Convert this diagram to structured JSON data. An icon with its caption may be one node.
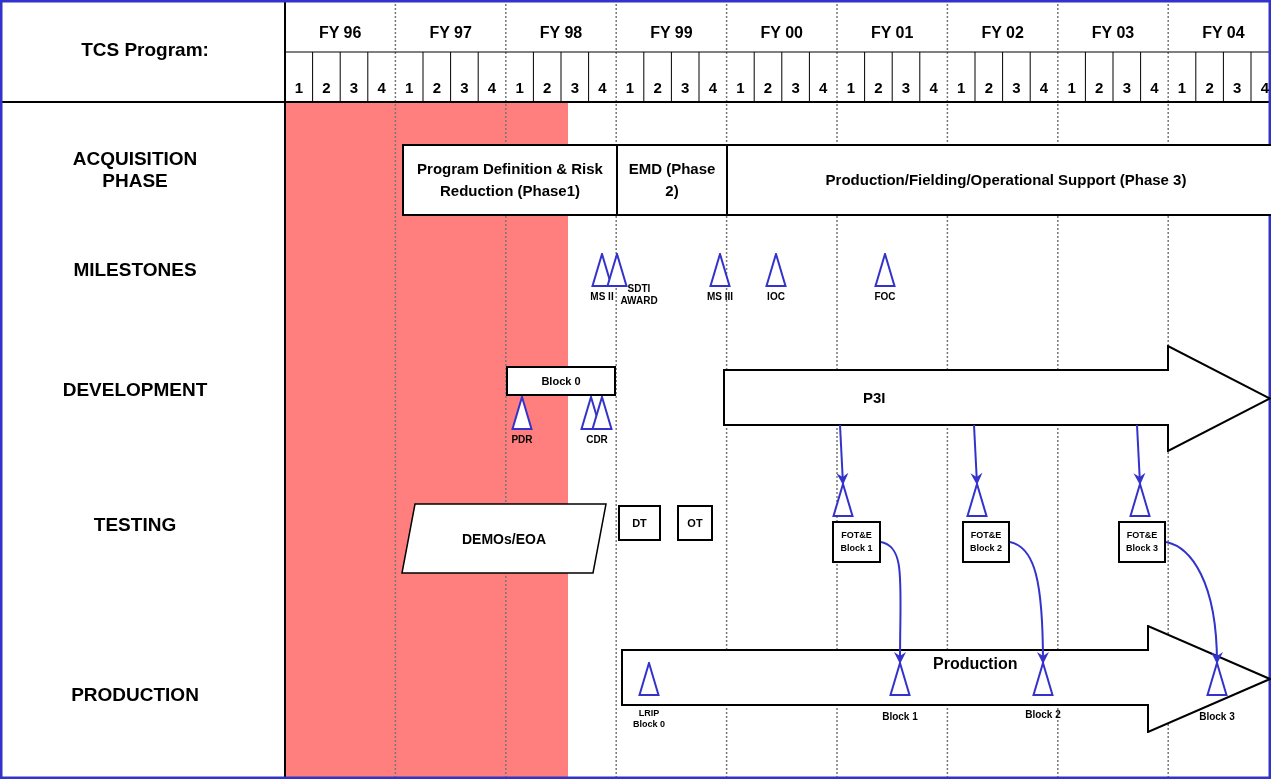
{
  "diagram": {
    "nodes": [
      {
        "text": [
          "Program Definition & Risk Reduction (Phase1)"
        ]
      },
      {
        "text": [
          "EMD (Phase 2)"
        ]
      },
      {
        "text": [
          "Production/Fielding/Operational Support (Phase 3)"
        ]
      },
      {
        "text": [],
        "shape": "triangle",
        "beside": [
          "MS II"
        ]
      },
      {
        "text": [],
        "shape": "triangle",
        "beside": [
          "SDTI AWARD"
        ]
      },
      {
        "text": [],
        "shape": "triangle",
        "beside": [
          "MS III"
        ]
      },
      {
        "text": [],
        "shape": "triangle",
        "beside": [
          "IOC"
        ]
      },
      {
        "text": [],
        "shape": "triangle",
        "beside": [
          "FOC"
        ]
      },
      {
        "text": [
          "Block 0"
        ]
      },
      {
        "text": [],
        "shape": "triangle",
        "beside": [
          "PDR"
        ]
      },
      {
        "text": [],
        "shape": "triangle",
        "beside": [
          "CDR"
        ]
      },
      {
        "text": [],
        "shape": "triangle"
      },
      {
        "text": [
          "P3I"
        ]
      },
      {
        "text": [
          "DEMOs/EOA"
        ]
      },
      {
        "text": [
          "DT"
        ]
      },
      {
        "text": [
          "OT"
        ]
      },
      {
        "text": [],
        "shape": "triangle"
      },
      {
        "text": [
          "FOT&E Block 1"
        ]
      },
      {
        "text": [],
        "shape": "triangle"
      },
      {
        "text": [
          "FOT&E Block 2"
        ]
      },
      {
        "text": [],
        "shape": "triangle"
      },
      {
        "text": [
          "FOT&E Block 3"
        ]
      },
      {
        "text": [
          "Production"
        ]
      },
      {
        "text": [],
        "shape": "triangle",
        "beside": [
          "LRIP Block 0"
        ],
        "in": 22
      },
      {
        "text": [],
        "shape": "triangle",
        "beside": [
          "Block 1"
        ],
        "in": 22
      },
      {
        "text": [],
        "shape": "triangle",
        "beside": [
          "Block 2"
        ],
        "in": 22
      },
      {
        "text": [],
        "shape": "triangle",
        "beside": [
          "Block 3"
        ],
        "in": 22
      }
    ],
    "edges": [
      {
        "from": 12,
        "to": 16,
        "arrow": "to"
      },
      {
        "from": 12,
        "to": 18,
        "arrow": "to"
      },
      {
        "from": 12,
        "to": 20,
        "arrow": "to"
      },
      {
        "from": 17,
        "to": 24,
        "arrow": "to"
      },
      {
        "from": 19,
        "to": 25,
        "arrow": "to"
      },
      {
        "from": 21,
        "to": 26,
        "arrow": "to"
      }
    ],
    "labels": [
      "TCS Program:",
      "FY 96",
      "FY 97",
      "FY 98",
      "FY 99",
      "FY 00",
      "FY 01",
      "FY 02",
      "FY 03",
      "FY 04",
      "1",
      "2",
      "3",
      "4",
      "1",
      "2",
      "3",
      "4",
      "1",
      "2",
      "3",
      "4",
      "1",
      "2",
      "3",
      "4",
      "1",
      "2",
      "3",
      "4",
      "1",
      "2",
      "3",
      "4",
      "1",
      "2",
      "3",
      "4",
      "1",
      "2",
      "3",
      "4",
      "1",
      "2",
      "3",
      "4",
      "ACQUISITION PHASE",
      "MILESTONES",
      "DEVELOPMENT",
      "TESTING",
      "PRODUCTION"
    ]
  }
}
